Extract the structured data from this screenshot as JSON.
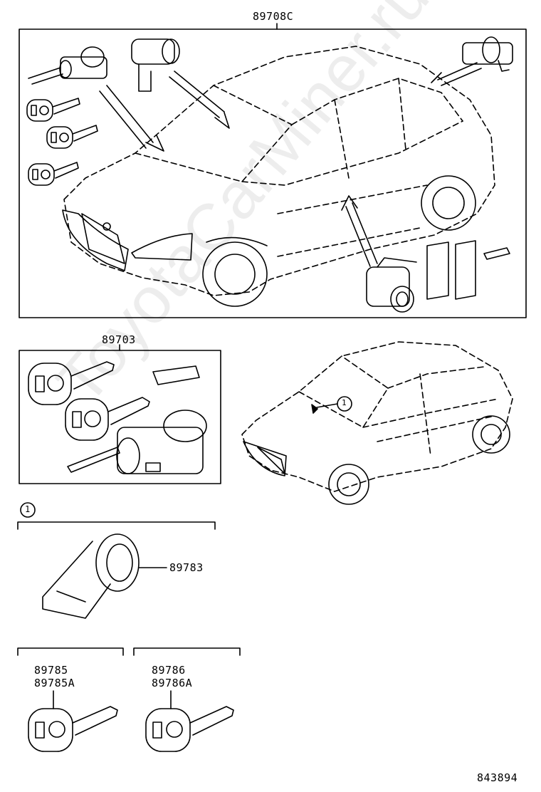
{
  "labels": {
    "top_assembly": "89708C",
    "mid_assembly": "89703",
    "callout_marker": "1",
    "section_marker": "1",
    "ring_part": "89783",
    "key_left_a": "89785",
    "key_left_b": "89785A",
    "key_right_a": "89786",
    "key_right_b": "89786A",
    "diagram_id": "843894"
  },
  "watermark": "ToyotaCarMiner.ru",
  "colors": {
    "line": "#000000",
    "background": "#ffffff"
  },
  "icons": [
    "car-outline-icon",
    "key-icon",
    "lock-cylinder-icon",
    "transponder-chip-icon",
    "arrow-icon"
  ]
}
